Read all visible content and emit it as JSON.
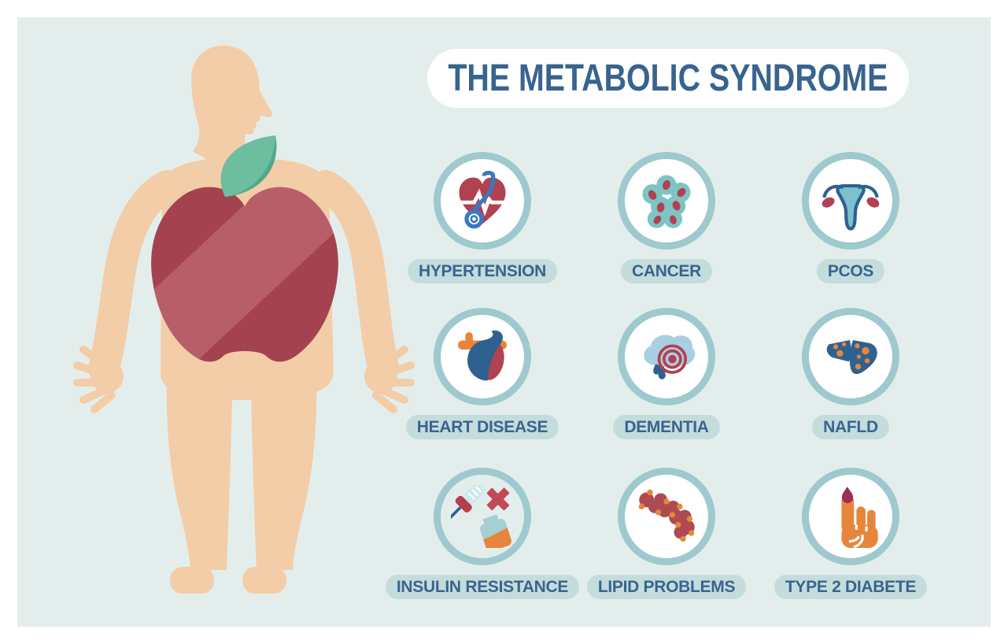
{
  "title": "THE METABOLIC SYNDROME",
  "figure": {
    "description": "overweight human silhouette in profile with dark red apple shape over the torso and a green leaf"
  },
  "conditions": [
    {
      "label": "HYPERTENSION",
      "icon": "heart-ecg-stethoscope-icon"
    },
    {
      "label": "CANCER",
      "icon": "cancer-cells-icon"
    },
    {
      "label": "PCOS",
      "icon": "uterus-icon"
    },
    {
      "label": "HEART DISEASE",
      "icon": "anatomical-heart-icon"
    },
    {
      "label": "DEMENTIA",
      "icon": "brain-target-icon"
    },
    {
      "label": "NAFLD",
      "icon": "fatty-liver-icon"
    },
    {
      "label": "INSULIN RESISTANCE",
      "icon": "syringe-vial-cross-icon"
    },
    {
      "label": "LIPID PROBLEMS",
      "icon": "lipid-molecule-chain-icon"
    },
    {
      "label": "TYPE 2 DIABETE",
      "icon": "finger-blood-drop-icon"
    }
  ],
  "colors": {
    "background": "#e3eeec",
    "frame": "#ffffff",
    "text_blue": "#38648e",
    "ring_teal": "#9ec9ce",
    "pill_bg": "#c4dddc",
    "skin": "#f3cda7",
    "apple_dark": "#a4434f",
    "apple_light": "#b85e69",
    "leaf_green": "#6dbea1",
    "leaf_shade": "#52a98a",
    "accent_red": "#b04251",
    "accent_blue": "#2f6190",
    "accent_orange": "#e8853c",
    "cell_teal": "#7cc5c4",
    "brain_blue": "#a9cfe2",
    "stethoscope_blue": "#3a78c0",
    "blood_drop": "#9b2f55"
  }
}
